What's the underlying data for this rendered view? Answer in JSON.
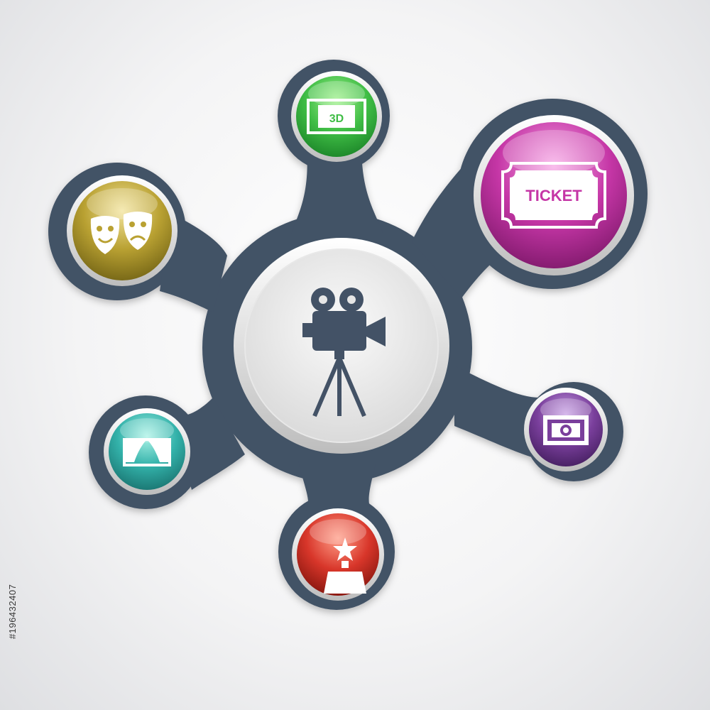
{
  "diagram": {
    "center_icon": "movie-camera-on-tripod-icon",
    "connector_color": "#435266",
    "nodes": [
      {
        "id": "3d",
        "icon": "3d-film-frame-icon",
        "label": "3D",
        "color": "#3fbd45"
      },
      {
        "id": "ticket",
        "icon": "ticket-icon",
        "label": "TICKET",
        "color": "#c536a6"
      },
      {
        "id": "film",
        "icon": "film-frame-coin-icon",
        "color": "#7a3f9c"
      },
      {
        "id": "award",
        "icon": "star-award-icon",
        "color": "#d8362a"
      },
      {
        "id": "stage",
        "icon": "theater-stage-curtain-icon",
        "color": "#33b2aa"
      },
      {
        "id": "masks",
        "icon": "theater-masks-icon",
        "color": "#b9a132"
      }
    ]
  },
  "watermark": {
    "stock_id": "#196432407"
  }
}
